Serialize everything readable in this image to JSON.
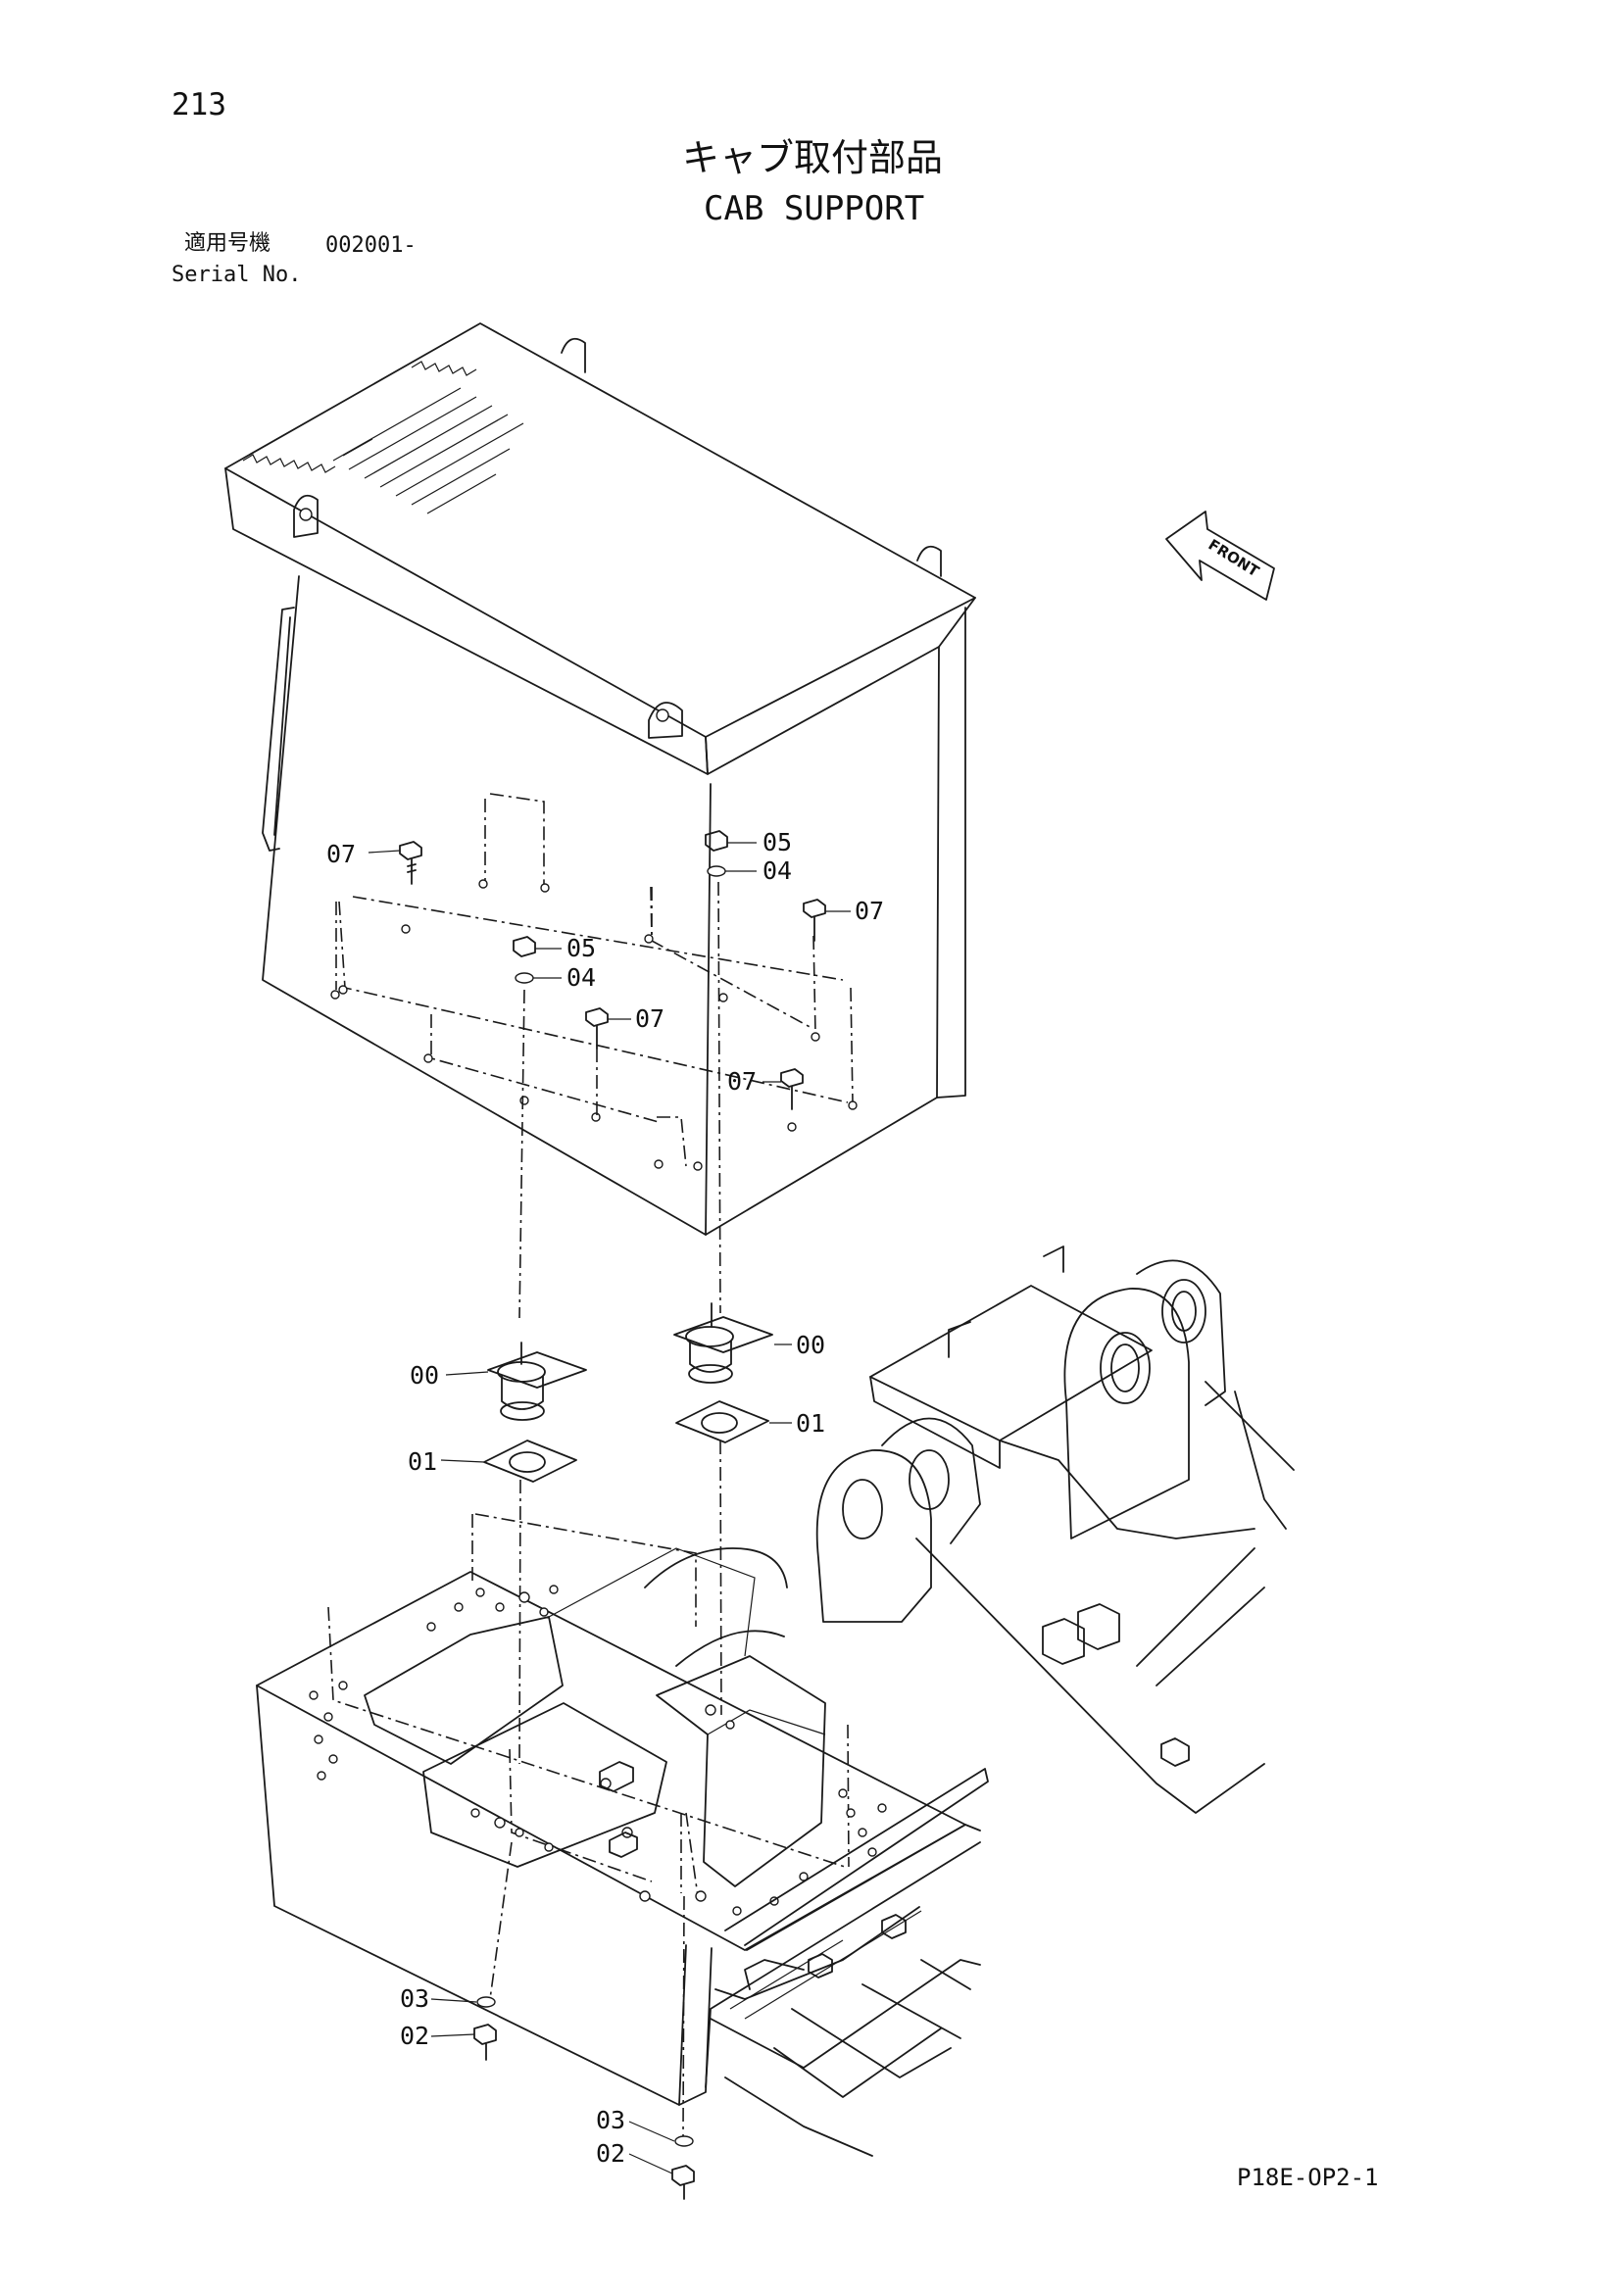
{
  "page_number": "213",
  "title_jp": "キャブ取付部品",
  "title_en": "CAB SUPPORT",
  "serial": {
    "label_jp": "適用号機",
    "value": "002001-",
    "label_en": "Serial No."
  },
  "front_label": "FRONT",
  "callouts": [
    {
      "id": "c-07a",
      "label": "07"
    },
    {
      "id": "c-05a",
      "label": "05"
    },
    {
      "id": "c-04a",
      "label": "04"
    },
    {
      "id": "c-07b",
      "label": "07"
    },
    {
      "id": "c-05b",
      "label": "05"
    },
    {
      "id": "c-04b",
      "label": "04"
    },
    {
      "id": "c-07c",
      "label": "07"
    },
    {
      "id": "c-07d",
      "label": "07"
    },
    {
      "id": "c-00a",
      "label": "00"
    },
    {
      "id": "c-00b",
      "label": "00"
    },
    {
      "id": "c-01a",
      "label": "01"
    },
    {
      "id": "c-01b",
      "label": "01"
    },
    {
      "id": "c-03a",
      "label": "03"
    },
    {
      "id": "c-02a",
      "label": "02"
    },
    {
      "id": "c-03b",
      "label": "03"
    },
    {
      "id": "c-02b",
      "label": "02"
    }
  ],
  "drawing_code": "P18E-OP2-1"
}
